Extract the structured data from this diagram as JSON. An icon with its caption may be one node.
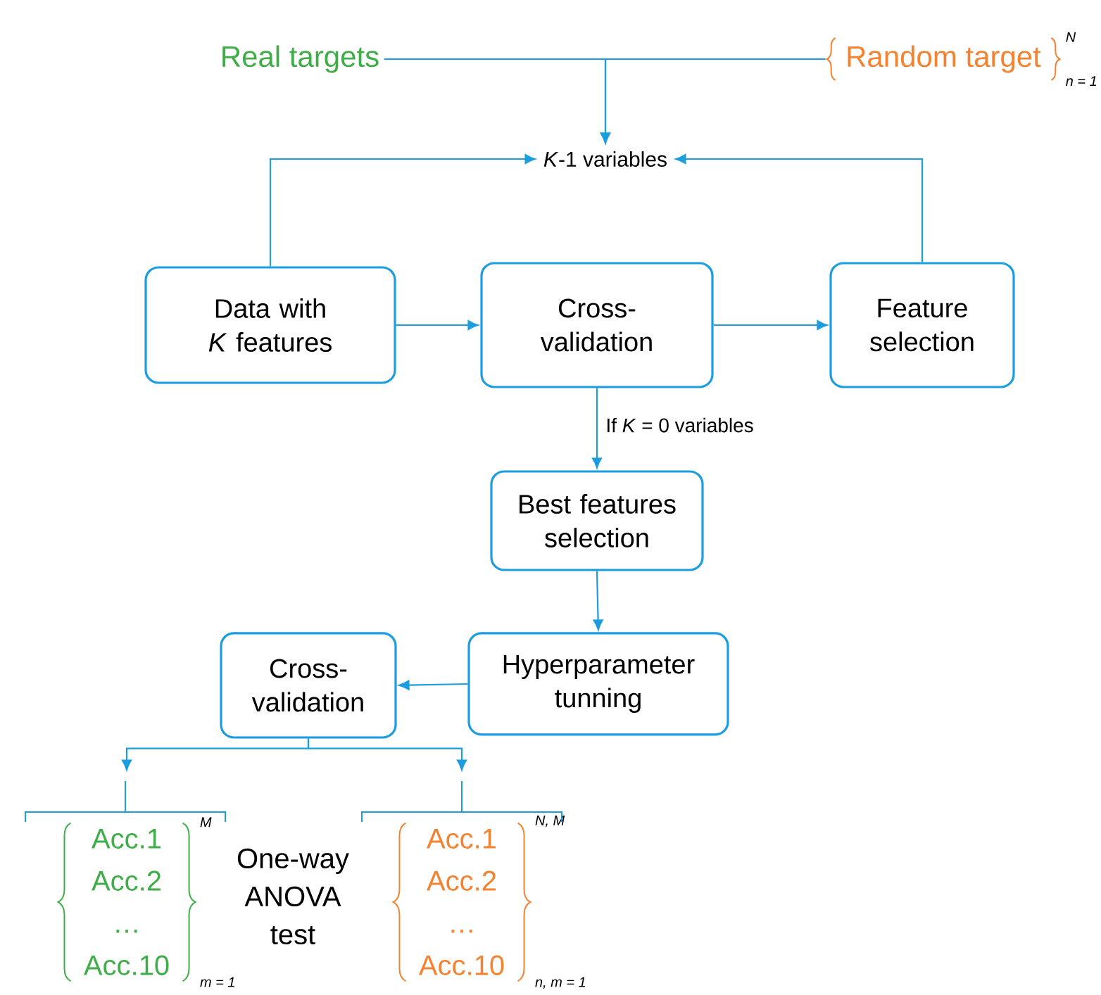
{
  "diagram": {
    "nodes": [
      {
        "text": [
          "Real targets"
        ]
      },
      {
        "text": [
          "Random target"
        ],
        "beside": [
          "N",
          "n = 1"
        ]
      },
      {
        "text": [
          "*K*-1 variables"
        ]
      },
      {
        "text": [
          "Data with *K* features"
        ]
      },
      {
        "text": [
          "Cross-validation"
        ]
      },
      {
        "text": [
          "Feature selection"
        ]
      },
      {
        "text": [
          "Best features selection"
        ]
      },
      {
        "text": [
          "Hyperparameter tunning"
        ]
      },
      {
        "text": [
          "Cross-validation"
        ]
      },
      {
        "text": [
          "Acc.1",
          "Acc.2",
          "…",
          "Acc.10"
        ],
        "beside": [
          "M",
          "m = 1"
        ]
      },
      {
        "text": [
          "Acc.1",
          "Acc.2",
          "…",
          "Acc.10"
        ],
        "beside": [
          "N, M",
          "n, m = 1"
        ]
      }
    ],
    "edges": [
      {
        "from": 0,
        "to": 2,
        "arrow": "to"
      },
      {
        "from": 1,
        "to": 2,
        "arrow": "to"
      },
      {
        "from": 3,
        "to": 2,
        "arrow": "to"
      },
      {
        "from": 5,
        "to": 2,
        "arrow": "to"
      },
      {
        "from": 3,
        "to": 4,
        "arrow": "to"
      },
      {
        "from": 4,
        "to": 5,
        "arrow": "to"
      },
      {
        "from": 4,
        "to": 6,
        "arrow": "to",
        "label": "If *K* = 0 variables"
      },
      {
        "from": 6,
        "to": 7,
        "arrow": "to"
      },
      {
        "from": 7,
        "to": 8,
        "arrow": "to"
      },
      {
        "from": 8,
        "to": 9,
        "arrow": "to"
      },
      {
        "from": 8,
        "to": 10,
        "arrow": "to"
      }
    ],
    "labels": [
      "One-way ANOVA test"
    ]
  }
}
